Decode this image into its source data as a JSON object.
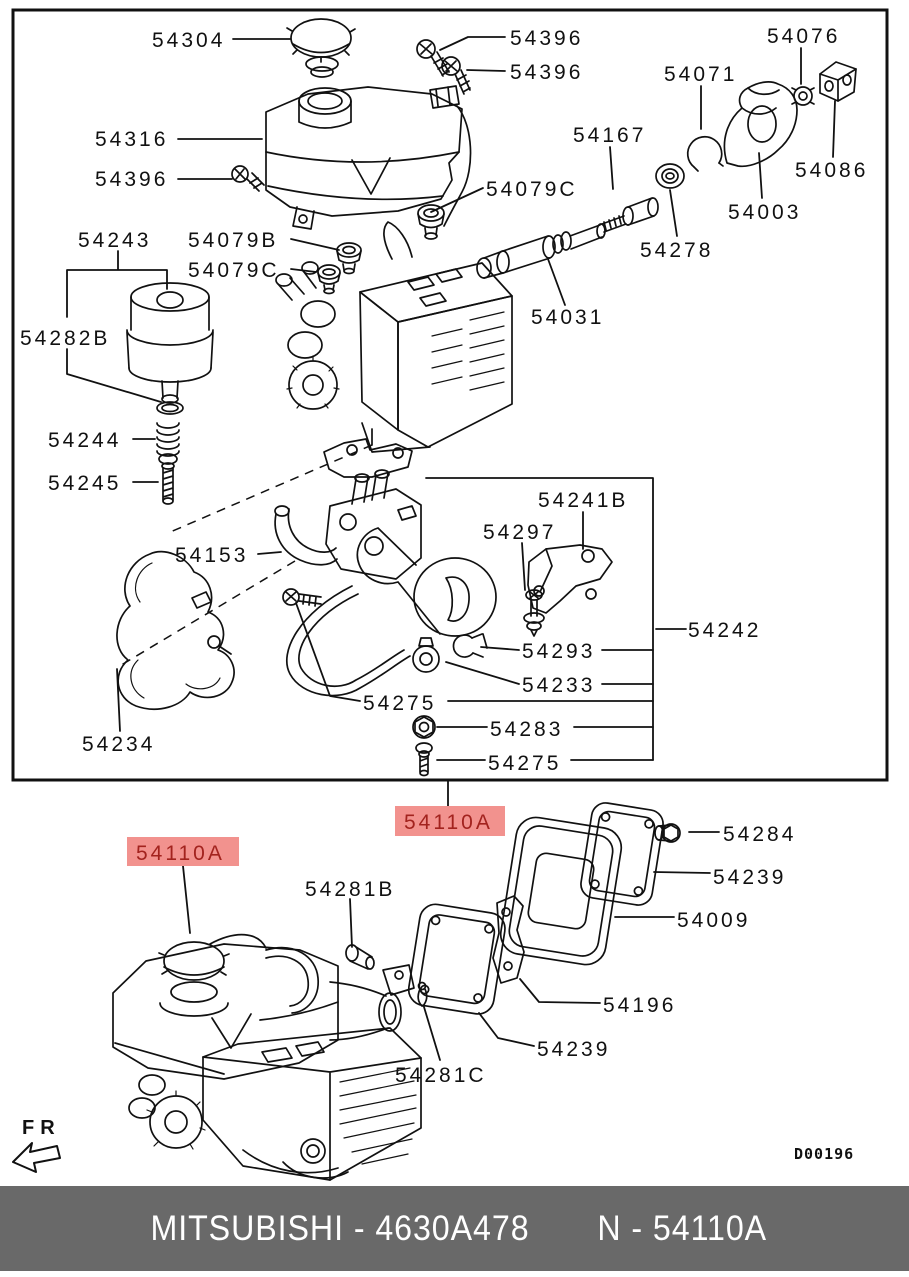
{
  "title_banner": {
    "brand": "MITSUBISHI - 4630A478",
    "part_ref": "N - 54110A"
  },
  "footer_code": "D00196",
  "orientation": {
    "fr": "FR"
  },
  "colors": {
    "highlight_bg": "#f2928e",
    "highlight_text": "#a3231e",
    "banner_bg": "#696969",
    "banner_text": "#ffffff",
    "line": "#111111",
    "page_bg": "#ffffff"
  },
  "labels": {
    "l54304": "54304",
    "l54316": "54316",
    "l54396a": "54396",
    "l54396b": "54396",
    "l54396c": "54396",
    "l54071": "54071",
    "l54076": "54076",
    "l54167": "54167",
    "l54086": "54086",
    "l54003": "54003",
    "l54278": "54278",
    "l54079c_top": "54079C",
    "l54079b": "54079B",
    "l54079c_left": "54079C",
    "l54243": "54243",
    "l54282b": "54282B",
    "l54031": "54031",
    "l54244": "54244",
    "l54245": "54245",
    "l54153": "54153",
    "l54234": "54234",
    "l54241b": "54241B",
    "l54297": "54297",
    "l54242": "54242",
    "l54293": "54293",
    "l54233": "54233",
    "l54275a": "54275",
    "l54283": "54283",
    "l54275b": "54275",
    "l54110a_top": "54110A",
    "l54110a_left": "54110A",
    "l54281b": "54281B",
    "l54281c": "54281C",
    "l54284": "54284",
    "l54239a": "54239",
    "l54009": "54009",
    "l54196": "54196",
    "l54239b": "54239"
  }
}
